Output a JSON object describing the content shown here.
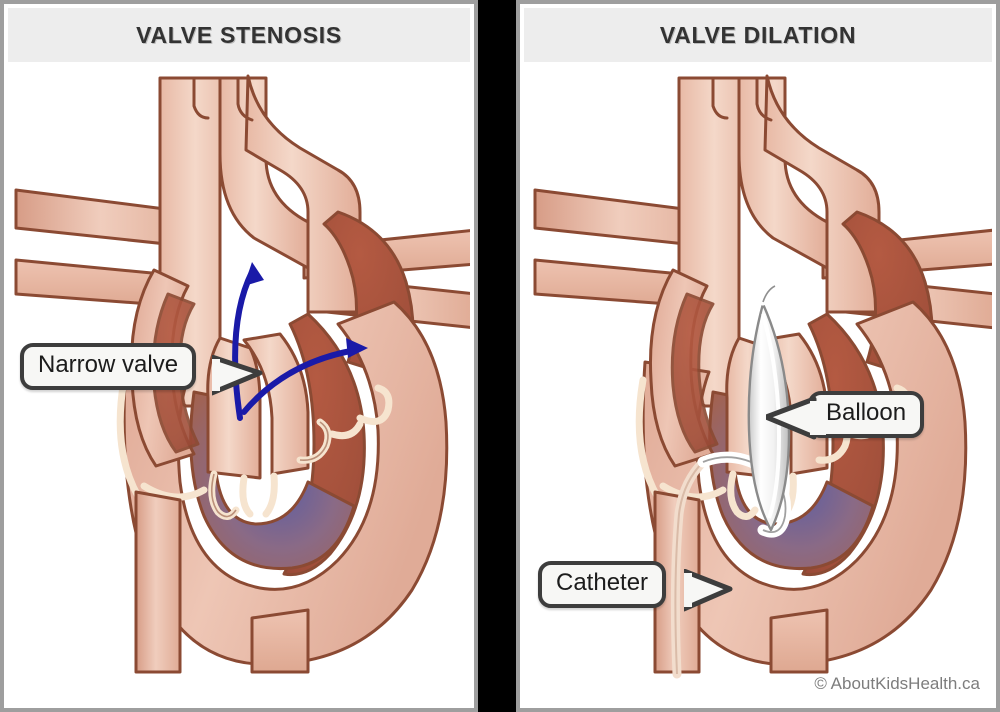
{
  "figure": {
    "domain": "medical-illustration",
    "subject": "Aortic valve stenosis and balloon valve dilation",
    "background_color": "#000000",
    "panel_border_color": "#9e9e9e",
    "header_band_color": "#ededed",
    "title_color": "#333333"
  },
  "panels": [
    {
      "id": "valve-stenosis",
      "title": "VALVE STENOSIS",
      "callouts": [
        {
          "id": "narrow-valve",
          "label": "Narrow valve",
          "tail_side": "right"
        }
      ],
      "annotations": {
        "flow_arrows": {
          "count": 2,
          "color": "#1a1aa8",
          "description": "Blood flow arrows from the narrowed valve"
        }
      }
    },
    {
      "id": "valve-dilation",
      "title": "VALVE DILATION",
      "callouts": [
        {
          "id": "balloon",
          "label": "Balloon",
          "tail_side": "left"
        },
        {
          "id": "catheter",
          "label": "Catheter",
          "tail_side": "right"
        }
      ],
      "annotations": {
        "balloon": {
          "color": "#ffffff",
          "description": "Inflated balloon in valve"
        },
        "catheter": {
          "color": "#f6f6f6",
          "description": "Catheter through descending aorta"
        }
      }
    }
  ],
  "credit": "© AboutKidsHealth.ca",
  "palette": {
    "vessel_fill": "#e9bcab",
    "vessel_fill_light": "#f2d5c8",
    "vessel_outline": "#8b4a33",
    "muscle_fill": "#e3ae9b",
    "chamber_dark": "#a8543f",
    "chamber_deep": "#9d4a38",
    "chamber_blue": "#6d6aa0",
    "chordae": "#f6e4cf",
    "arrow_blue": "#1a1aa8",
    "balloon_white": "#ffffff"
  }
}
